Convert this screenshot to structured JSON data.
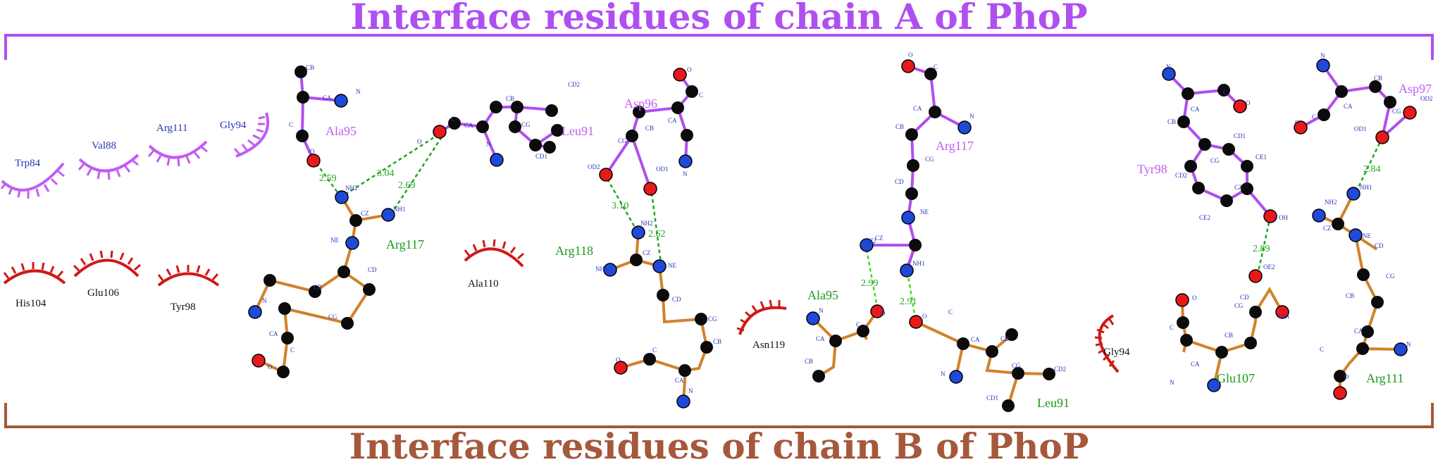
{
  "titles": {
    "chain_a": "Interface residues of chain A of PhoP",
    "chain_b": "Interface residues of chain B of PhoP"
  },
  "colors": {
    "chain_a": "#b04ff0",
    "chain_b": "#a5583b",
    "bond_a": "#b04ff0",
    "bond_b": "#d0822a",
    "hbond": "#22a61e",
    "hydrophobic_a": "#c35cf2",
    "hydrophobic_b": "#d01818",
    "carbon": "#0b0b0b",
    "nitrogen": "#2049d8",
    "oxygen": "#e8191b",
    "residue_b_label": "#1a9a1a",
    "atom_label": "#2436b8"
  },
  "hydrophobic_contacts": {
    "chain_a": [
      "Trp84",
      "Val88",
      "Arg111",
      "Gly94"
    ],
    "chain_b": [
      "His104",
      "Glu106",
      "Tyr98",
      "Ala110",
      "Asn119",
      "Gly94"
    ]
  },
  "panels": [
    {
      "residues_a": [
        "Ala95",
        "Leu91"
      ],
      "residues_b": [
        "Arg117"
      ],
      "hbonds": [
        "2.59",
        "3.04",
        "2.69"
      ],
      "atoms": [
        "CB",
        "CA",
        "N",
        "C",
        "O",
        "O",
        "C",
        "CA",
        "N",
        "CB",
        "CG",
        "CD1",
        "CD2",
        "NH2",
        "NH1",
        "CZ",
        "NE",
        "CD",
        "CG",
        "CB",
        "CA",
        "N",
        "C",
        "O"
      ]
    },
    {
      "residues_a": [
        "Asp96"
      ],
      "residues_b": [
        "Arg118"
      ],
      "hbonds": [
        "3.10",
        "2.62"
      ],
      "atoms": [
        "O",
        "C",
        "CA",
        "N",
        "CB",
        "CG",
        "OD2",
        "OD1",
        "NH2",
        "NH1",
        "CZ",
        "NE",
        "CD",
        "CG",
        "CB",
        "CA",
        "N",
        "C",
        "O"
      ]
    },
    {
      "residues_a": [
        "Arg117"
      ],
      "residues_b": [
        "Ala95",
        "Leu91"
      ],
      "hbonds": [
        "2.99",
        "2.91"
      ],
      "atoms": [
        "O",
        "C",
        "CA",
        "N",
        "CB",
        "CG",
        "CD",
        "NE",
        "NH2",
        "CZ",
        "NH1",
        "N",
        "CA",
        "C",
        "O",
        "CB",
        "O",
        "C",
        "CA",
        "N",
        "CB",
        "CG",
        "CD1",
        "CD2"
      ]
    },
    {
      "residues_a": [
        "Tyr98",
        "Asp97"
      ],
      "residues_b": [
        "Glu107",
        "Arg111"
      ],
      "hbonds": [
        "2.89",
        "2.84"
      ],
      "atoms": [
        "N",
        "CA",
        "C",
        "O",
        "CB",
        "CG",
        "CD1",
        "CE1",
        "CZ",
        "OH",
        "CD2",
        "CE2",
        "N",
        "CA",
        "C",
        "O",
        "CB",
        "CG",
        "OD1",
        "OD2",
        "OE2",
        "CD",
        "OE1",
        "CG",
        "CB",
        "CA",
        "N",
        "C",
        "O",
        "NH2",
        "NH1",
        "CZ",
        "NE",
        "CD",
        "CG",
        "CB",
        "CA",
        "N",
        "C",
        "O"
      ]
    }
  ]
}
